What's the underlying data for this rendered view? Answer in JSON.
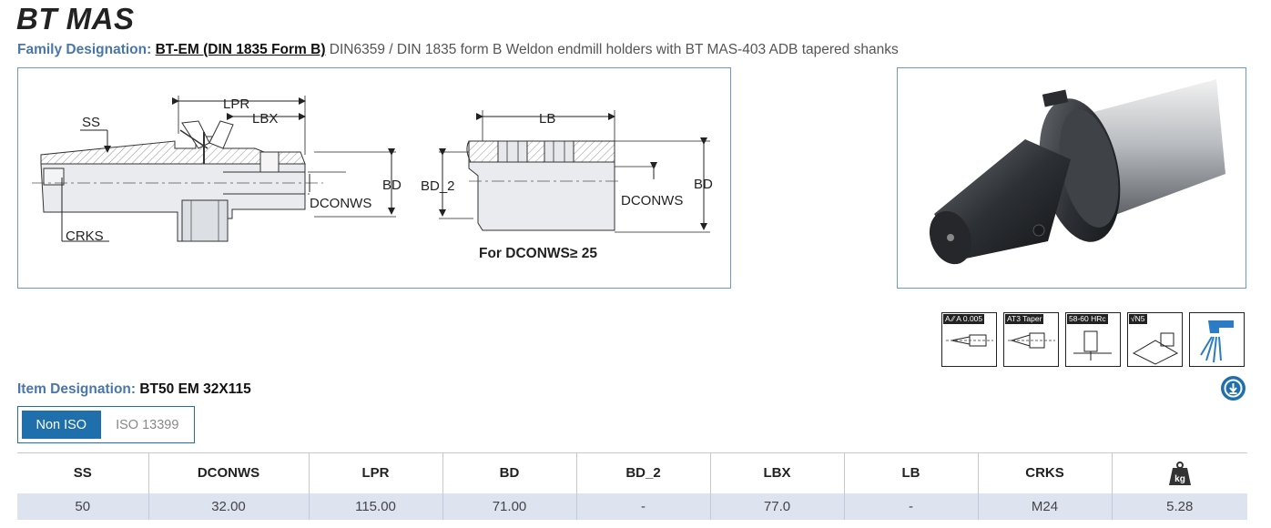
{
  "header": {
    "title": "BT MAS",
    "family_label": "Family Designation:",
    "family_link": "BT-EM (DIN 1835 Form B)",
    "family_description": "DIN6359 / DIN 1835 form B Weldon endmill holders with BT MAS-403 ADB tapered shanks"
  },
  "drawing": {
    "labels": {
      "ss": "SS",
      "lpr": "LPR",
      "lbx": "LBX",
      "bd": "BD",
      "dconws": "DCONWS",
      "crks": "CRKS",
      "lb": "LB",
      "bd2": "BD_2",
      "bd_right": "BD",
      "dconws_right": "DCONWS"
    },
    "caption": "For DCONWS≥ 25"
  },
  "feature_icons": [
    {
      "name": "runout-accuracy-icon",
      "tag": "A ⁄⁄ A 0.005"
    },
    {
      "name": "taper-at3-icon",
      "tag": "AT3 Taper"
    },
    {
      "name": "hardness-icon",
      "tag": "58-60 HRc"
    },
    {
      "name": "surface-finish-icon",
      "tag": "√N5"
    },
    {
      "name": "coolant-icon",
      "tag": ""
    }
  ],
  "item": {
    "label": "Item Designation:",
    "value": "BT50 EM 32X115"
  },
  "standard_tabs": [
    {
      "label": "Non ISO",
      "active": true
    },
    {
      "label": "ISO 13399",
      "active": false
    }
  ],
  "table": {
    "headers": [
      "SS",
      "DCONWS",
      "LPR",
      "BD",
      "BD_2",
      "LBX",
      "LB",
      "CRKS",
      "weight-kg-icon"
    ],
    "weight_icon_text": "kg",
    "row": [
      "50",
      "32.00",
      "115.00",
      "71.00",
      "-",
      "77.0",
      "-",
      "M24",
      "5.28"
    ]
  },
  "colors": {
    "accent": "#1f6fad",
    "label_blue": "#4a77a8",
    "box_border": "#6b9ac4",
    "row_bg": "#dde4f0"
  }
}
